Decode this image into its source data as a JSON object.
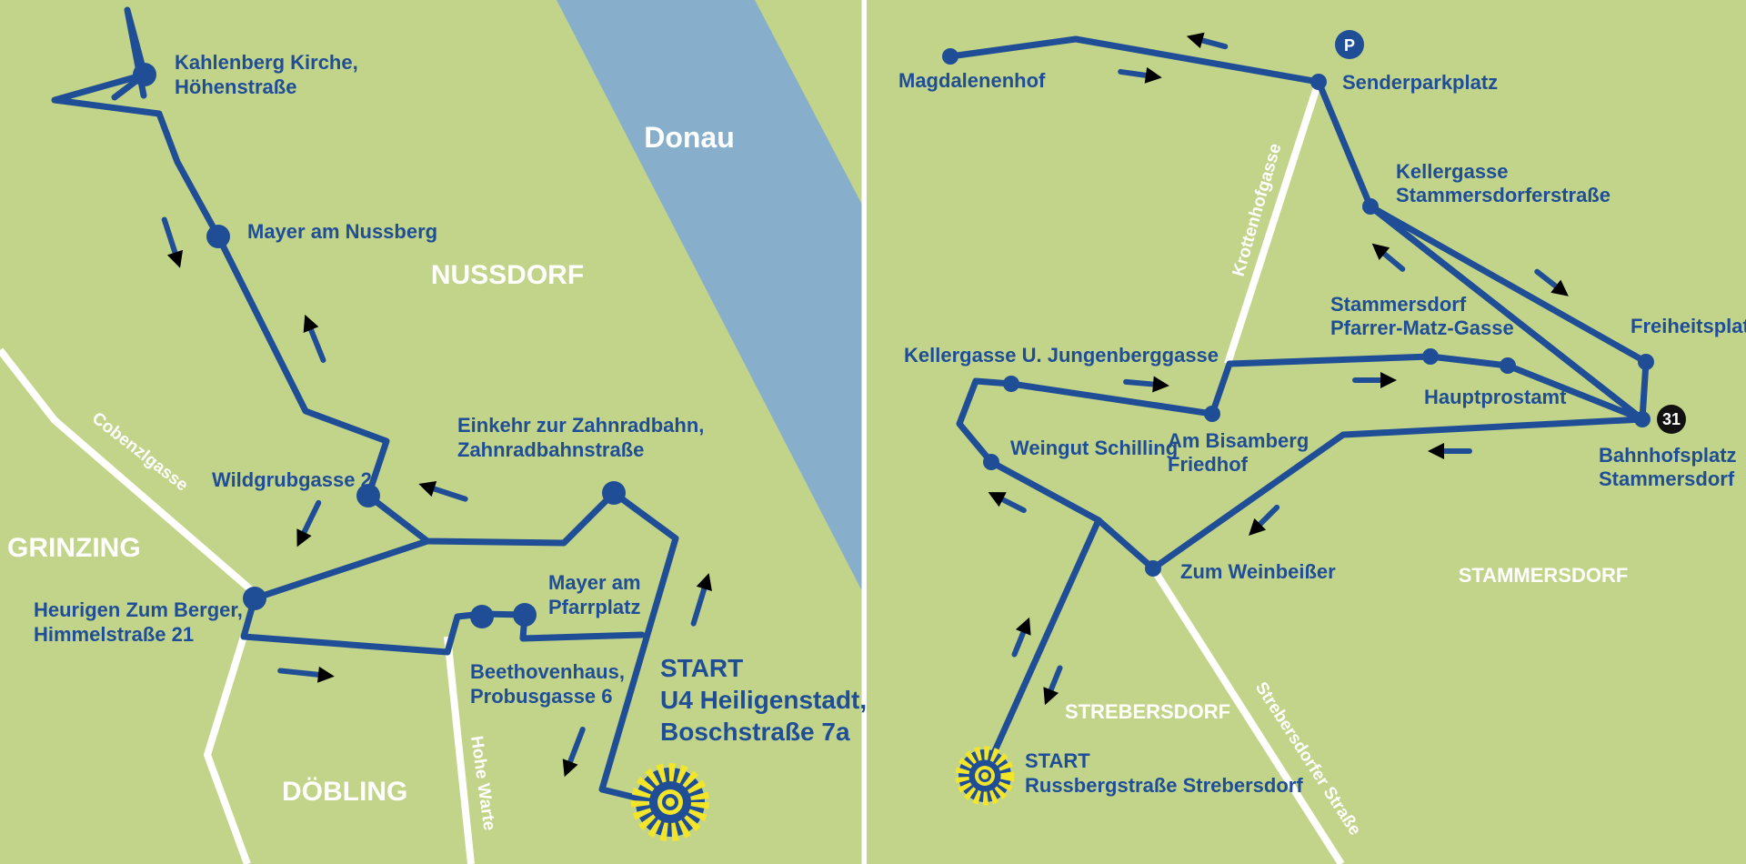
{
  "colors": {
    "land": "#c2d48a",
    "water": "#87aeca",
    "route": "#1f4e96",
    "road": "#ffffff",
    "start_marker": "#f2e52a"
  },
  "left_map": {
    "water_label": "Donau",
    "districts": [
      "NUSSDORF",
      "GRINZING",
      "DÖBLING"
    ],
    "streets": [
      "Cobenzlgasse",
      "Hohe Warte"
    ],
    "stops": [
      {
        "line1": "Kahlenberg Kirche,",
        "line2": "Höhenstraße"
      },
      {
        "line1": "Mayer am Nussberg"
      },
      {
        "line1": "Einkehr zur Zahnradbahn,",
        "line2": "Zahnradbahnstraße"
      },
      {
        "line1": "Wildgrubgasse 2"
      },
      {
        "line1": "Heurigen Zum Berger,",
        "line2": "Himmelstraße 21"
      },
      {
        "line1": "Mayer am",
        "line2": "Pfarrplatz"
      },
      {
        "line1": "Beethovenhaus,",
        "line2": "Probusgasse 6"
      }
    ],
    "start": {
      "line1": "START",
      "line2": "U4 Heiligenstadt,",
      "line3": "Boschstraße 7a"
    }
  },
  "right_map": {
    "districts": [
      "STAMMERSDORF",
      "STREBERSDORF"
    ],
    "streets": [
      "Krottenhofgasse",
      "Strebersdorfer Straße"
    ],
    "parking_icon": "P",
    "tram_line": "31",
    "stops": [
      {
        "line1": "Magdalenenhof"
      },
      {
        "line1": "Senderparkplatz"
      },
      {
        "line1": "Kellergasse",
        "line2": "Stammersdorferstraße"
      },
      {
        "line1": "Stammersdorf",
        "line2": "Pfarrer-Matz-Gasse"
      },
      {
        "line1": "Freiheitsplatz"
      },
      {
        "line1": "Kellergasse U. Jungenberggasse"
      },
      {
        "line1": "Hauptprostamt"
      },
      {
        "line1": "Bahnhofsplatz",
        "line2": "Stammersdorf"
      },
      {
        "line1": "Weingut Schilling"
      },
      {
        "line1": "Am Bisamberg",
        "line2": "Friedhof"
      },
      {
        "line1": "Zum Weinbeißer"
      }
    ],
    "start": {
      "line1": "START",
      "line2": "Russbergstraße Strebersdorf"
    }
  }
}
